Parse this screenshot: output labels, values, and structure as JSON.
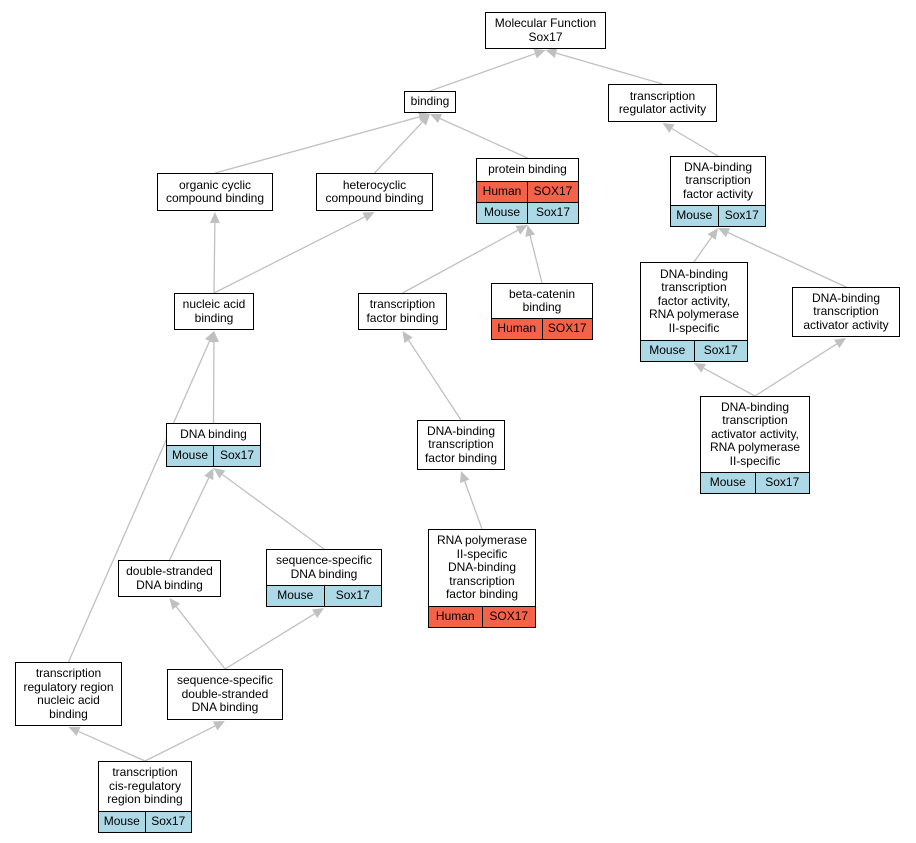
{
  "colors": {
    "human": "#f4624a",
    "mouse": "#add8e6",
    "edge": "#c0c0c0"
  },
  "nodes": {
    "molecular_function": {
      "label": "Molecular Function\nSox17"
    },
    "binding": {
      "label": "binding"
    },
    "transcription_regulator_activity": {
      "label": "transcription\nregulator activity"
    },
    "organic_cyclic": {
      "label": "organic cyclic\ncompound binding"
    },
    "heterocyclic": {
      "label": "heterocyclic\ncompound binding"
    },
    "protein_binding": {
      "label": "protein binding",
      "species": [
        {
          "species": "Human",
          "gene": "SOX17"
        },
        {
          "species": "Mouse",
          "gene": "Sox17"
        }
      ]
    },
    "dbtf_activity": {
      "label": "DNA-binding\ntranscription\nfactor activity",
      "species": [
        {
          "species": "Mouse",
          "gene": "Sox17"
        }
      ]
    },
    "nucleic_acid_binding": {
      "label": "nucleic acid\nbinding"
    },
    "tf_binding": {
      "label": "transcription\nfactor binding"
    },
    "beta_catenin": {
      "label": "beta-catenin\nbinding",
      "species": [
        {
          "species": "Human",
          "gene": "SOX17"
        }
      ]
    },
    "dbtf_rnap2": {
      "label": "DNA-binding\ntranscription\nfactor activity,\nRNA polymerase\nII-specific",
      "species": [
        {
          "species": "Mouse",
          "gene": "Sox17"
        }
      ]
    },
    "dbt_activator": {
      "label": "DNA-binding\ntranscription\nactivator activity"
    },
    "dna_binding": {
      "label": "DNA binding",
      "species": [
        {
          "species": "Mouse",
          "gene": "Sox17"
        }
      ]
    },
    "dbtf_binding": {
      "label": "DNA-binding\ntranscription\nfactor binding"
    },
    "dbt_activator_rnap2": {
      "label": "DNA-binding\ntranscription\nactivator activity,\nRNA polymerase\nII-specific",
      "species": [
        {
          "species": "Mouse",
          "gene": "Sox17"
        }
      ]
    },
    "double_stranded": {
      "label": "double-stranded\nDNA binding"
    },
    "sequence_specific": {
      "label": "sequence-specific\nDNA binding",
      "species": [
        {
          "species": "Mouse",
          "gene": "Sox17"
        }
      ]
    },
    "rnap2_dbtf_binding": {
      "label": "RNA polymerase\nII-specific\nDNA-binding\ntranscription\nfactor binding",
      "species": [
        {
          "species": "Human",
          "gene": "SOX17"
        }
      ]
    },
    "tr_region_nab": {
      "label": "transcription\nregulatory region\nnucleic acid\nbinding"
    },
    "ss_ds_dna": {
      "label": "sequence-specific\ndouble-stranded\nDNA binding"
    },
    "cis_regulatory": {
      "label": "transcription\ncis-regulatory\nregion binding",
      "species": [
        {
          "species": "Mouse",
          "gene": "Sox17"
        }
      ]
    }
  },
  "edges": [
    {
      "from": "binding",
      "to": "molecular_function"
    },
    {
      "from": "transcription_regulator_activity",
      "to": "molecular_function"
    },
    {
      "from": "organic_cyclic",
      "to": "binding"
    },
    {
      "from": "heterocyclic",
      "to": "binding"
    },
    {
      "from": "protein_binding",
      "to": "binding"
    },
    {
      "from": "dbtf_activity",
      "to": "transcription_regulator_activity"
    },
    {
      "from": "nucleic_acid_binding",
      "to": "organic_cyclic"
    },
    {
      "from": "nucleic_acid_binding",
      "to": "heterocyclic"
    },
    {
      "from": "tf_binding",
      "to": "protein_binding"
    },
    {
      "from": "beta_catenin",
      "to": "protein_binding"
    },
    {
      "from": "dbtf_rnap2",
      "to": "dbtf_activity"
    },
    {
      "from": "dbt_activator",
      "to": "dbtf_activity"
    },
    {
      "from": "dna_binding",
      "to": "nucleic_acid_binding"
    },
    {
      "from": "tr_region_nab",
      "to": "nucleic_acid_binding"
    },
    {
      "from": "dbtf_binding",
      "to": "tf_binding"
    },
    {
      "from": "dbt_activator_rnap2",
      "to": "dbtf_rnap2"
    },
    {
      "from": "dbt_activator_rnap2",
      "to": "dbt_activator"
    },
    {
      "from": "double_stranded",
      "to": "dna_binding"
    },
    {
      "from": "sequence_specific",
      "to": "dna_binding"
    },
    {
      "from": "rnap2_dbtf_binding",
      "to": "dbtf_binding"
    },
    {
      "from": "ss_ds_dna",
      "to": "double_stranded"
    },
    {
      "from": "ss_ds_dna",
      "to": "sequence_specific"
    },
    {
      "from": "cis_regulatory",
      "to": "tr_region_nab"
    },
    {
      "from": "cis_regulatory",
      "to": "ss_ds_dna"
    }
  ]
}
